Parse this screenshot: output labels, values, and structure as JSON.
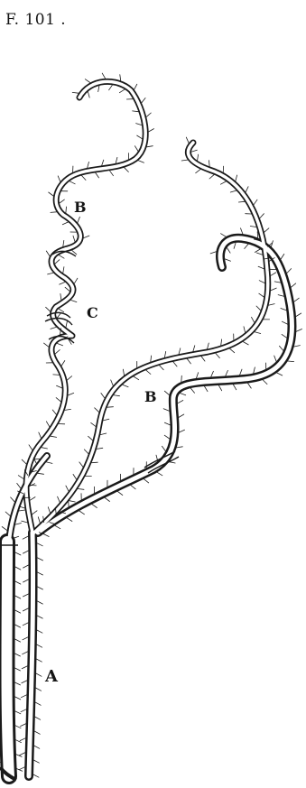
{
  "figure": {
    "number_label": "F. 101 .",
    "labels": {
      "b_upper": "B",
      "c": "C",
      "b_lower": "B",
      "a": "A"
    }
  },
  "colors": {
    "ink": "#1a1a1a",
    "paper": "#ffffff"
  }
}
